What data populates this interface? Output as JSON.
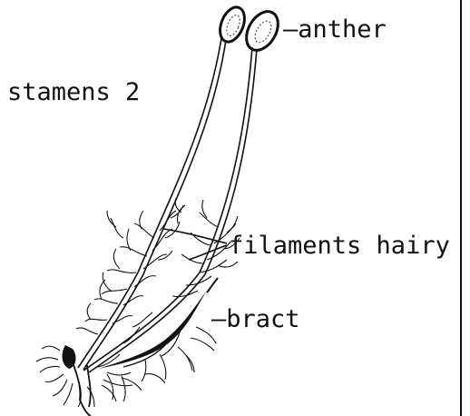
{
  "labels": {
    "stamens": "stamens 2",
    "anther": "—anther",
    "filaments": "filaments hairy",
    "bract": "—bract"
  },
  "colors": {
    "ink": "#111111",
    "background": "#ffffff"
  }
}
